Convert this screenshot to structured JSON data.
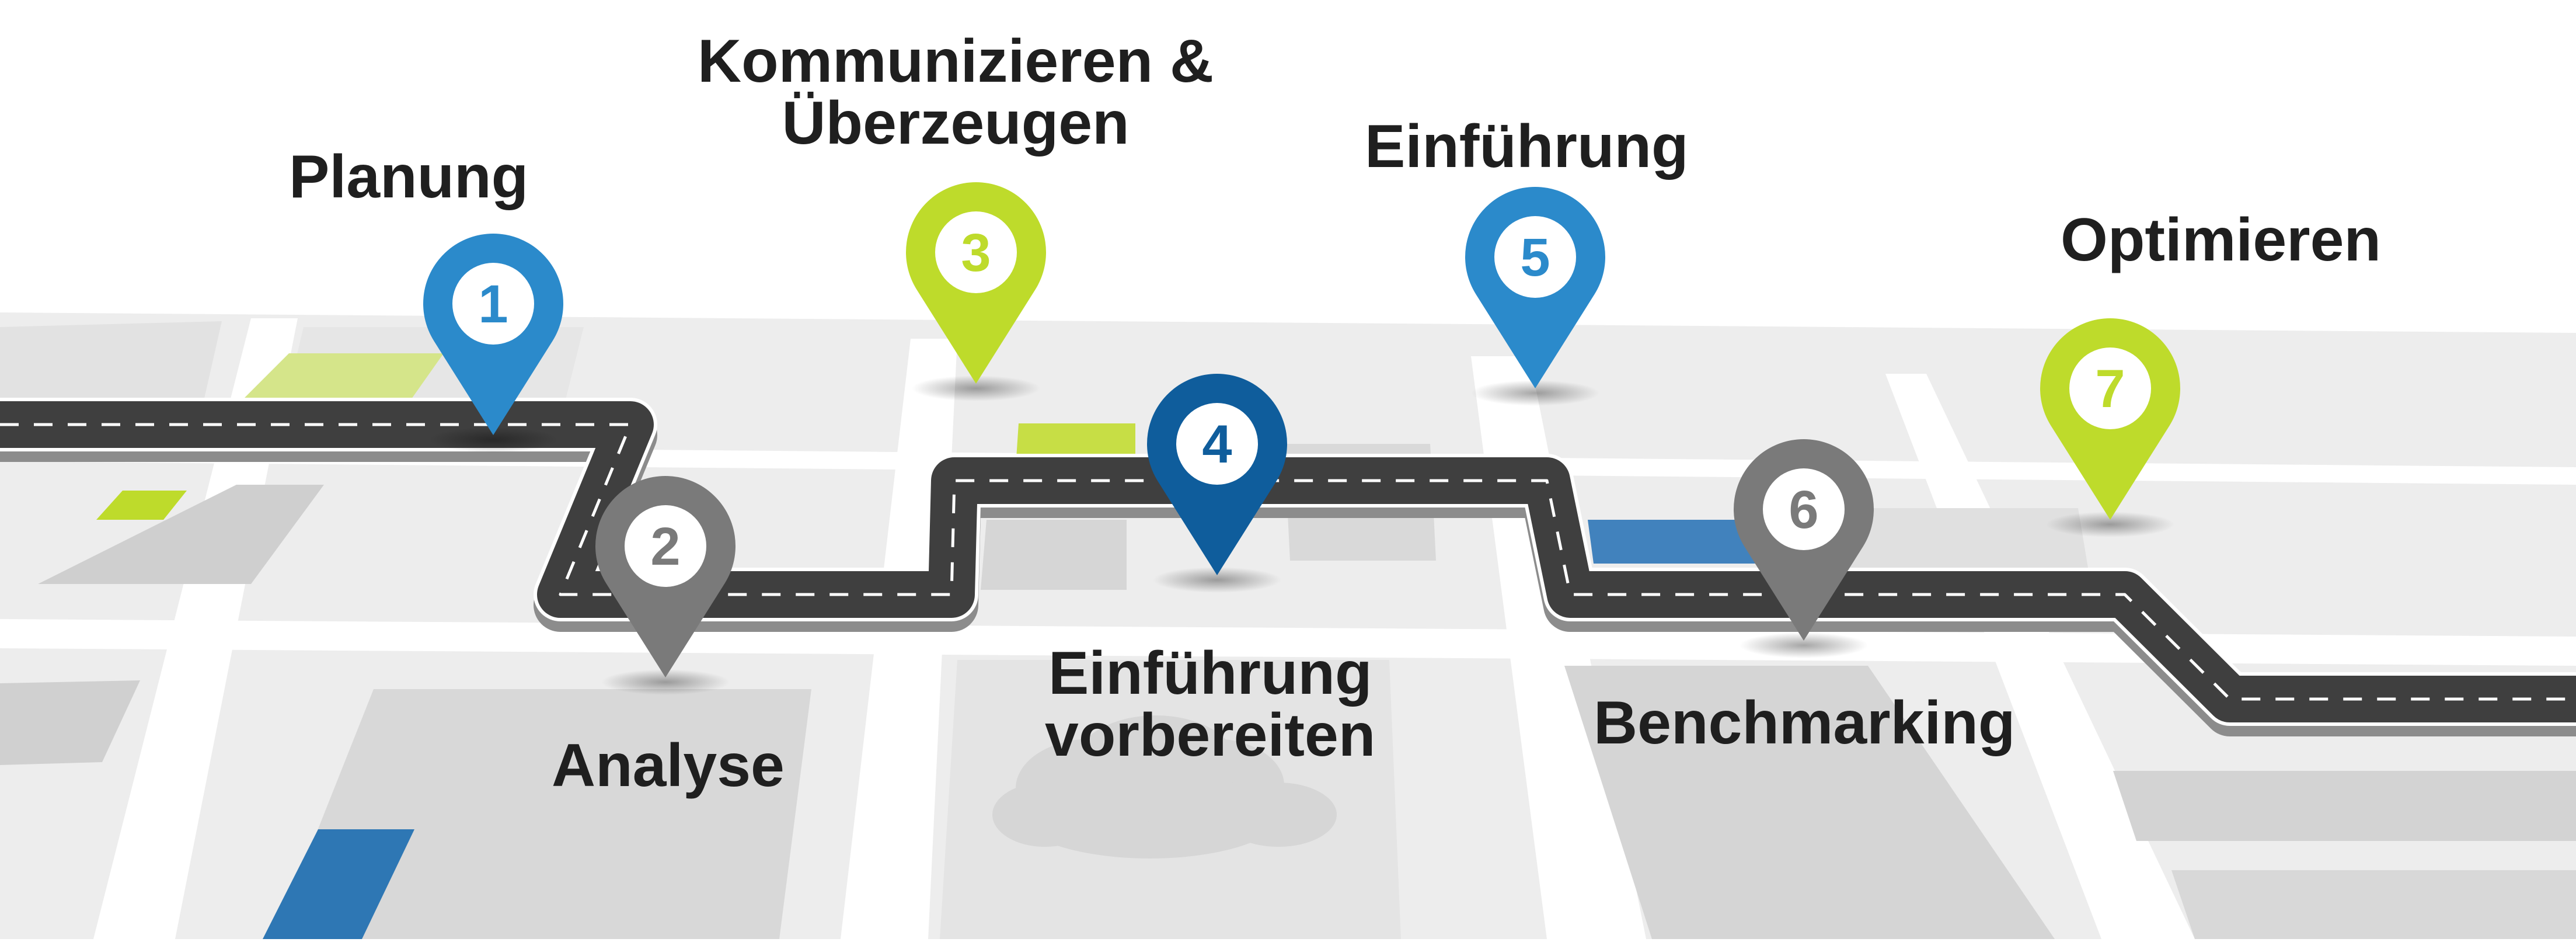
{
  "colors": {
    "blue": "#2b8acb",
    "dark_blue": "#0f5d9c",
    "green": "#bedb2b",
    "gray": "#7a7a7a",
    "road": "#3f3f3f",
    "map_background": "#e6e6e6"
  },
  "steps": [
    {
      "number": "1",
      "label": "Planung",
      "color": "blue"
    },
    {
      "number": "2",
      "label": "Analyse",
      "color": "gray"
    },
    {
      "number": "3",
      "label": "Kommunizieren &",
      "label_line2": "Überzeugen",
      "color": "green"
    },
    {
      "number": "4",
      "label": "Einführung",
      "label_line2": "vorbereiten",
      "color": "dark_blue"
    },
    {
      "number": "5",
      "label": "Einführung",
      "color": "blue"
    },
    {
      "number": "6",
      "label": "Benchmarking",
      "color": "gray"
    },
    {
      "number": "7",
      "label": "Optimieren",
      "color": "green"
    }
  ]
}
